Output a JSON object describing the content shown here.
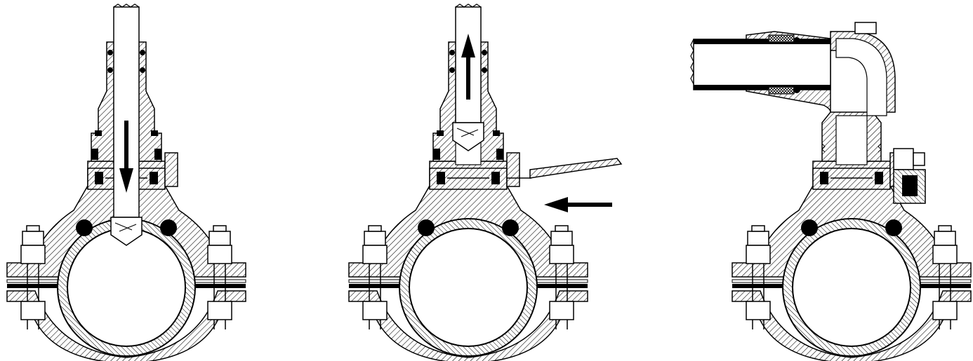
{
  "diagram": {
    "panels": [
      {
        "id": "cutter-down",
        "arrow": "down"
      },
      {
        "id": "cutter-up-gate-closed",
        "arrow": "up",
        "side_arrow": "left"
      },
      {
        "id": "branch-connected",
        "arrow": "none"
      }
    ],
    "colors": {
      "line": "#000000",
      "background": "#ffffff"
    }
  }
}
